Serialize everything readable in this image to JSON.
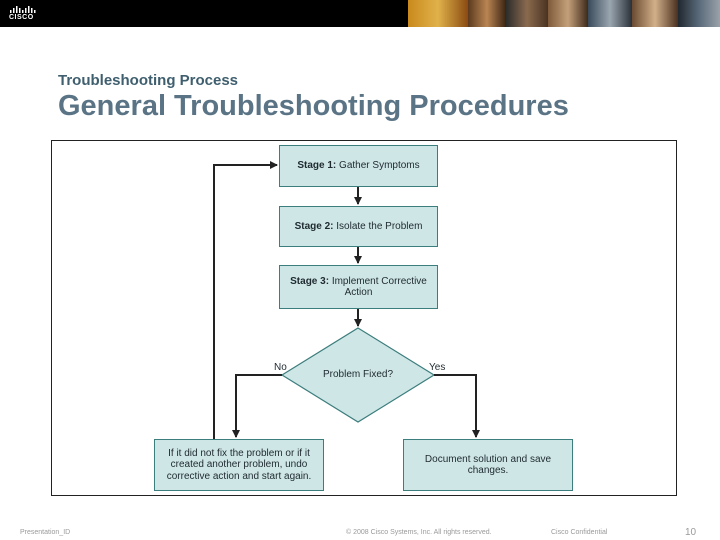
{
  "header": {
    "brand_text": "CISCO"
  },
  "slide": {
    "subtitle": "Troubleshooting Process",
    "title": "General Troubleshooting Procedures"
  },
  "flowchart": {
    "stage1": {
      "prefix": "Stage 1:",
      "text": " Gather Symptoms"
    },
    "stage2": {
      "prefix": "Stage 2:",
      "text": " Isolate the Problem"
    },
    "stage3": {
      "prefix": "Stage 3:",
      "text": " Implement Corrective Action"
    },
    "decision": "Problem Fixed?",
    "no_label": "No",
    "yes_label": "Yes",
    "no_outcome": "If it did not fix the problem or if it created another problem, undo corrective action and start again.",
    "yes_outcome": "Document solution and save changes."
  },
  "footer": {
    "presentation_id": "Presentation_ID",
    "copyright": "© 2008 Cisco Systems, Inc. All rights reserved.",
    "confidential": "Cisco Confidential",
    "page_number": "10"
  },
  "colors": {
    "box_fill": "#cfe6e6",
    "box_border": "#3c7d7d",
    "title_color": "#5a7486",
    "subtitle_color": "#3f5f6f"
  }
}
